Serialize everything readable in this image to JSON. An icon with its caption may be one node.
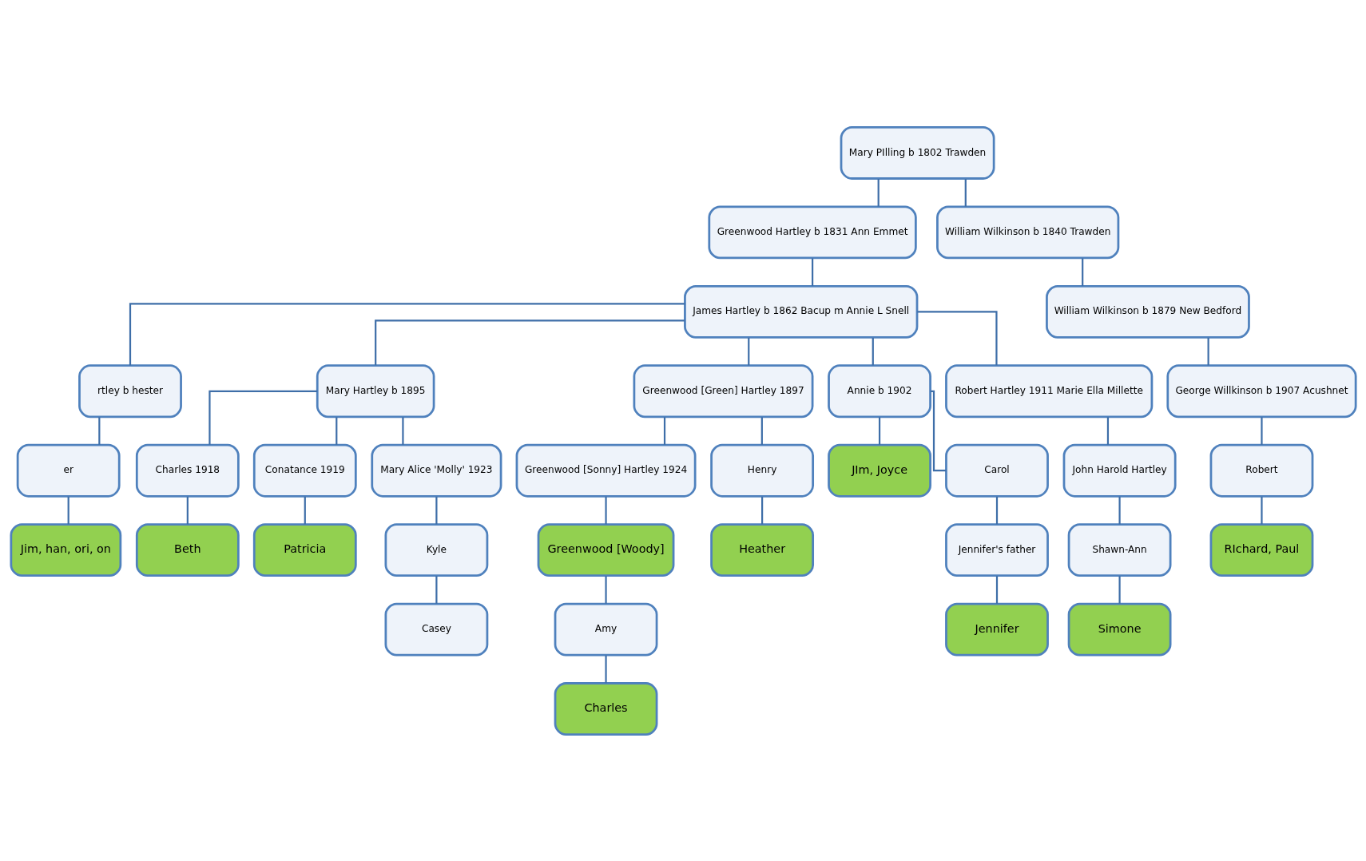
{
  "diagram": {
    "nodes": [
      {
        "text": [
          "Mary PIlling b 1802 Trawden"
        ]
      },
      {
        "text": [
          "Greenwood Hartley b 1831 Ann Emmet"
        ]
      },
      {
        "text": [
          "William Wilkinson b 1840 Trawden"
        ]
      },
      {
        "text": [
          "James Hartley b 1862 Bacup m Annie L Snell"
        ]
      },
      {
        "text": [
          "William Wilkinson b 1879 New Bedford"
        ]
      },
      {
        "text": [
          "rtley b hester"
        ]
      },
      {
        "text": [
          "Mary Hartley b 1895"
        ]
      },
      {
        "text": [
          "Greenwood [Green] Hartley 1897"
        ]
      },
      {
        "text": [
          "Annie b 1902"
        ]
      },
      {
        "text": [
          "Robert Hartley 1911 Marie Ella Millette"
        ]
      },
      {
        "text": [
          "George Willkinson b 1907 Acushnet"
        ]
      },
      {
        "text": [
          "er"
        ]
      },
      {
        "text": [
          "Charles 1918"
        ]
      },
      {
        "text": [
          "Conatance 1919"
        ]
      },
      {
        "text": [
          "Mary Alice 'Molly' 1923"
        ]
      },
      {
        "text": [
          "Greenwood [Sonny] Hartley 1924"
        ]
      },
      {
        "text": [
          "Henry"
        ]
      },
      {
        "text": [
          "JIm, Joyce"
        ]
      },
      {
        "text": [
          "Carol"
        ]
      },
      {
        "text": [
          "John Harold Hartley"
        ]
      },
      {
        "text": [
          "Robert"
        ]
      },
      {
        "text": [
          "Jim, han, ori, on"
        ]
      },
      {
        "text": [
          "Beth"
        ]
      },
      {
        "text": [
          "Patricia"
        ]
      },
      {
        "text": [
          "Kyle"
        ]
      },
      {
        "text": [
          "Greenwood [Woody]"
        ]
      },
      {
        "text": [
          "Heather"
        ]
      },
      {
        "text": [
          "Jennifer's father"
        ]
      },
      {
        "text": [
          "Shawn-Ann"
        ]
      },
      {
        "text": [
          "RIchard, Paul"
        ]
      },
      {
        "text": [
          "Casey"
        ]
      },
      {
        "text": [
          "Amy"
        ]
      },
      {
        "text": [
          "Jennifer"
        ]
      },
      {
        "text": [
          "Simone"
        ]
      },
      {
        "text": [
          "Charles"
        ]
      }
    ],
    "edges": [
      {
        "from": 0,
        "to": 1,
        "arrow": "none"
      },
      {
        "from": 0,
        "to": 2,
        "arrow": "none"
      },
      {
        "from": 1,
        "to": 3,
        "arrow": "none"
      },
      {
        "from": 2,
        "to": 4,
        "arrow": "none"
      },
      {
        "from": 3,
        "to": 5,
        "arrow": "none"
      },
      {
        "from": 3,
        "to": 6,
        "arrow": "none"
      },
      {
        "from": 3,
        "to": 7,
        "arrow": "none"
      },
      {
        "from": 3,
        "to": 8,
        "arrow": "none"
      },
      {
        "from": 3,
        "to": 9,
        "arrow": "none"
      },
      {
        "from": 4,
        "to": 10,
        "arrow": "none"
      },
      {
        "from": 5,
        "to": 11,
        "arrow": "none"
      },
      {
        "from": 6,
        "to": 12,
        "arrow": "none"
      },
      {
        "from": 6,
        "to": 13,
        "arrow": "none"
      },
      {
        "from": 6,
        "to": 14,
        "arrow": "none"
      },
      {
        "from": 7,
        "to": 15,
        "arrow": "none"
      },
      {
        "from": 7,
        "to": 16,
        "arrow": "none"
      },
      {
        "from": 8,
        "to": 17,
        "arrow": "none"
      },
      {
        "from": 8,
        "to": 18,
        "arrow": "none"
      },
      {
        "from": 9,
        "to": 19,
        "arrow": "none"
      },
      {
        "from": 10,
        "to": 20,
        "arrow": "none"
      },
      {
        "from": 11,
        "to": 21,
        "arrow": "none"
      },
      {
        "from": 12,
        "to": 22,
        "arrow": "none"
      },
      {
        "from": 13,
        "to": 23,
        "arrow": "none"
      },
      {
        "from": 14,
        "to": 24,
        "arrow": "none"
      },
      {
        "from": 15,
        "to": 25,
        "arrow": "none"
      },
      {
        "from": 16,
        "to": 26,
        "arrow": "none"
      },
      {
        "from": 18,
        "to": 27,
        "arrow": "none"
      },
      {
        "from": 19,
        "to": 28,
        "arrow": "none"
      },
      {
        "from": 20,
        "to": 29,
        "arrow": "none"
      },
      {
        "from": 24,
        "to": 30,
        "arrow": "none"
      },
      {
        "from": 25,
        "to": 31,
        "arrow": "none"
      },
      {
        "from": 27,
        "to": 32,
        "arrow": "none"
      },
      {
        "from": 28,
        "to": 33,
        "arrow": "none"
      },
      {
        "from": 31,
        "to": 34,
        "arrow": "none"
      }
    ]
  }
}
